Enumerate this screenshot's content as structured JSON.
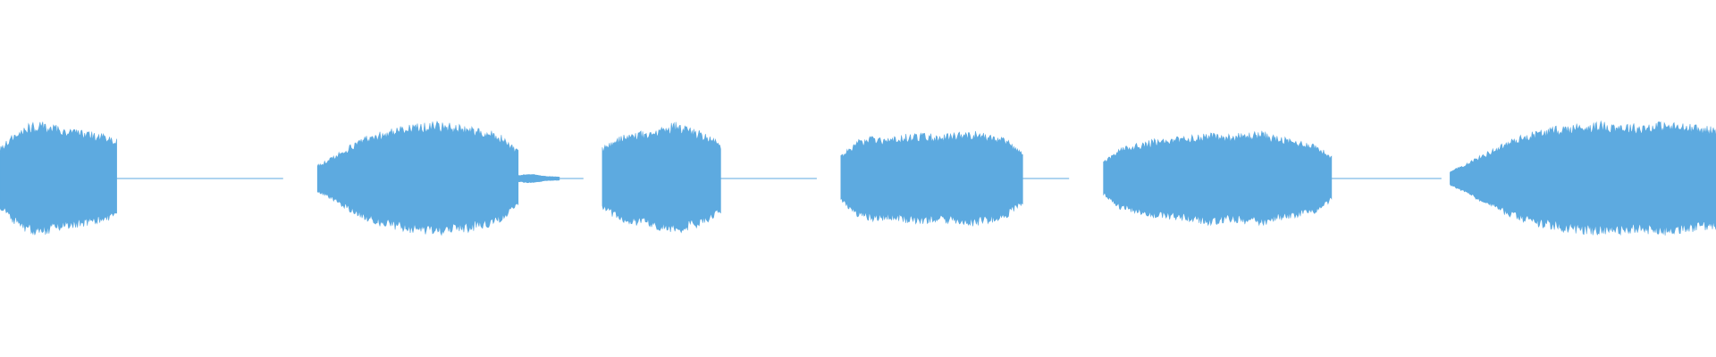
{
  "waveform": {
    "color": "#5DAAE0",
    "background": "#FFFFFF",
    "duration": 1,
    "peak_scale": 1,
    "segments": [
      {
        "start": 0.0,
        "end": 0.068,
        "envelope": [
          0.55,
          0.78,
          0.95,
          1.0,
          0.96,
          0.9,
          0.86,
          0.82,
          0.78,
          0.7
        ]
      },
      {
        "start": 0.185,
        "end": 0.302,
        "envelope": [
          0.24,
          0.4,
          0.6,
          0.76,
          0.86,
          0.92,
          0.98,
          1.0,
          0.97,
          0.94,
          0.88,
          0.76,
          0.5
        ]
      },
      {
        "start": 0.302,
        "end": 0.326,
        "envelope": [
          0.06,
          0.08,
          0.04,
          0.03
        ]
      },
      {
        "start": 0.351,
        "end": 0.42,
        "envelope": [
          0.55,
          0.72,
          0.82,
          0.84,
          0.92,
          1.0,
          0.9,
          0.8,
          0.62
        ]
      },
      {
        "start": 0.49,
        "end": 0.596,
        "envelope": [
          0.4,
          0.68,
          0.76,
          0.72,
          0.78,
          0.8,
          0.76,
          0.82,
          0.84,
          0.78,
          0.7,
          0.45
        ]
      },
      {
        "start": 0.643,
        "end": 0.776,
        "envelope": [
          0.3,
          0.55,
          0.62,
          0.7,
          0.72,
          0.76,
          0.82,
          0.78,
          0.8,
          0.84,
          0.74,
          0.68,
          0.62,
          0.4
        ]
      },
      {
        "start": 0.845,
        "end": 1.0,
        "envelope": [
          0.12,
          0.3,
          0.48,
          0.66,
          0.8,
          0.88,
          0.94,
          0.98,
          1.0,
          0.98,
          0.96,
          1.0,
          0.98,
          0.94,
          0.9
        ]
      }
    ],
    "silence_lines": [
      {
        "start": 0.068,
        "end": 0.165
      },
      {
        "start": 0.326,
        "end": 0.34
      },
      {
        "start": 0.42,
        "end": 0.476
      },
      {
        "start": 0.596,
        "end": 0.623
      },
      {
        "start": 0.776,
        "end": 0.84
      }
    ]
  }
}
